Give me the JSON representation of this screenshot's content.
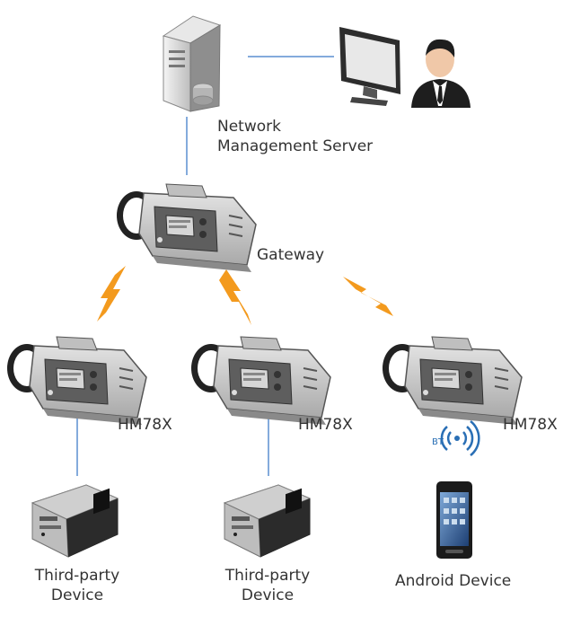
{
  "labels": {
    "server": [
      "Network",
      "Management Server"
    ],
    "gateway": "Gateway",
    "radio_left": "HM78X",
    "radio_mid": "HM78X",
    "radio_right": "HM78X",
    "device_left": [
      "Third-party",
      "Device"
    ],
    "device_mid": [
      "Third-party",
      "Device"
    ],
    "android": "Android Device",
    "bt": "BT"
  },
  "colors": {
    "link": "#5b8fd0",
    "wireless": "#f39a1e",
    "bluetooth": "#2a6fb5",
    "radio_body": "#c8c8c8",
    "text": "#333333"
  },
  "icons": {
    "server": "server-tower-icon",
    "monitor": "monitor-icon",
    "user": "user-avatar-icon",
    "radio": "vehicle-radio-icon",
    "device": "third-party-box-icon",
    "phone": "android-phone-icon"
  }
}
